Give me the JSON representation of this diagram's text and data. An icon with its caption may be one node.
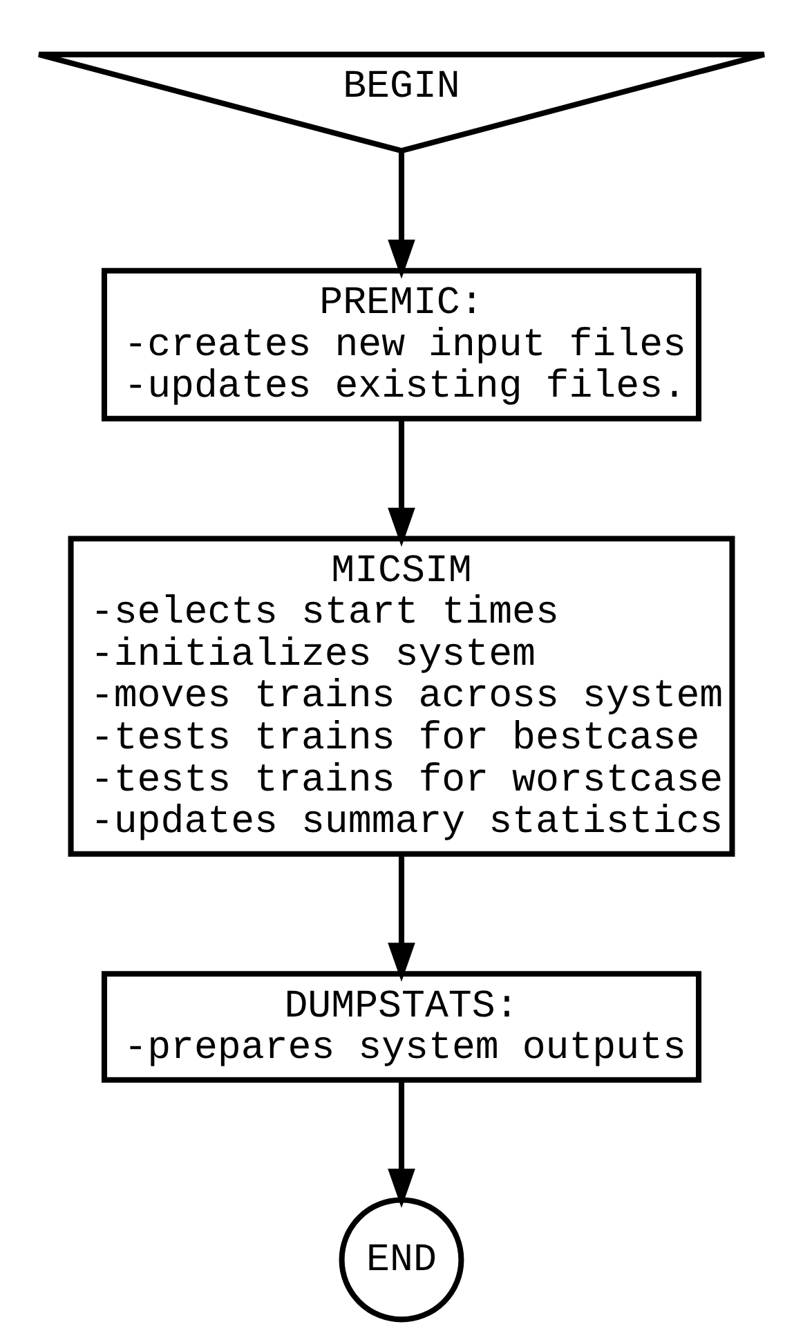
{
  "diagram": {
    "nodes": [
      {
        "text": [
          "BEGIN"
        ]
      },
      {
        "text": [
          "PREMIC:",
          "-creates new input files",
          "-updates existing files."
        ]
      },
      {
        "text": [
          "MICSIM",
          "-selects start times",
          "-initializes system",
          "-moves trains across system",
          "-tests trains for bestcase",
          "-tests trains for worstcase",
          "-updates summary statistics"
        ]
      },
      {
        "text": [
          "DUMPSTATS:",
          "-prepares system outputs"
        ]
      },
      {
        "text": [
          "END"
        ]
      }
    ],
    "edges": [
      {
        "from": 0,
        "to": 1,
        "arrow": "to"
      },
      {
        "from": 1,
        "to": 2,
        "arrow": "to"
      },
      {
        "from": 2,
        "to": 3,
        "arrow": "to"
      },
      {
        "from": 3,
        "to": 4,
        "arrow": "to"
      }
    ]
  }
}
